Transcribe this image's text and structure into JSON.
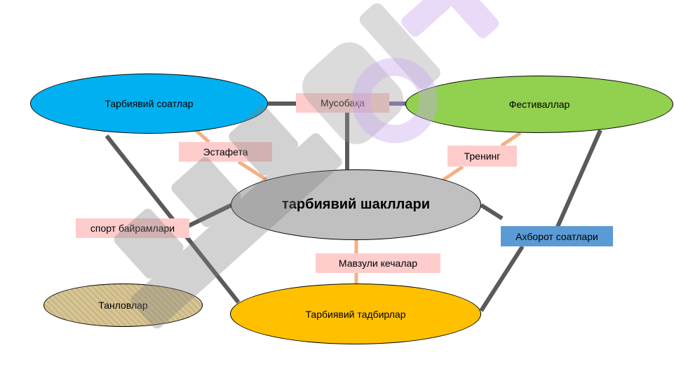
{
  "diagram": {
    "center": {
      "label": "тарбиявий шакллари",
      "fill": "#c0c0c0"
    },
    "nodes": {
      "top_left": {
        "label": "Тарбиявий соатлар",
        "fill": "#00b0f0"
      },
      "top_right": {
        "label": "Фестиваллар",
        "fill": "#92d050"
      },
      "bottom": {
        "label": "Тарбиявий тадбирлар",
        "fill": "#ffc000"
      },
      "bottom_left": {
        "label": "Танловлар",
        "fill": "#d8c79a"
      }
    },
    "edge_labels": {
      "musobaqa": {
        "label": "Мусобақа",
        "fill": "#ffcccc"
      },
      "estafeta": {
        "label": "Эстафета",
        "fill": "#ffcccc"
      },
      "trening": {
        "label": "Тренинг",
        "fill": "#ffcccc"
      },
      "sport": {
        "label": "спорт байрамлари",
        "fill": "#ffcccc"
      },
      "mavzuli": {
        "label": "Мавзули кечалар",
        "fill": "#ffcccc"
      },
      "axborot": {
        "label": "Ахборот соатлари",
        "fill": "#5b9bd5"
      }
    },
    "colors": {
      "gray_line": "#5a5a5a",
      "orange_line": "#f4b183",
      "purple_line": "#7e6aa8"
    }
  }
}
